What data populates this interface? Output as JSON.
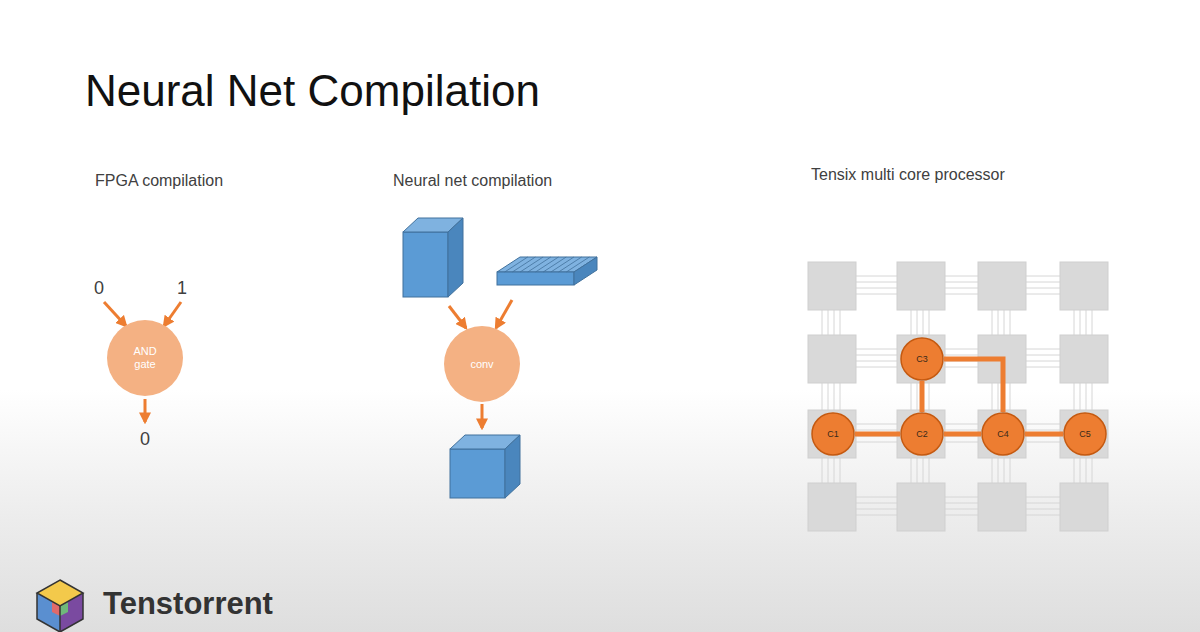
{
  "diagram": {
    "title": "Neural Net Compilation",
    "nodes": [
      {
        "text": [
          "AND gate"
        ]
      },
      {
        "text": [
          "conv"
        ]
      },
      {
        "text": [
          "C1"
        ]
      },
      {
        "text": [
          "C2"
        ]
      },
      {
        "text": [
          "C3"
        ]
      },
      {
        "text": [
          "C4"
        ]
      },
      {
        "text": [
          "C5"
        ]
      }
    ],
    "edges": [
      {
        "from": 2,
        "to": 3,
        "arrow": "none"
      },
      {
        "from": 3,
        "to": 4,
        "arrow": "none"
      },
      {
        "from": 3,
        "to": 5,
        "arrow": "none"
      },
      {
        "from": 4,
        "to": 5,
        "arrow": "none"
      },
      {
        "from": 5,
        "to": 6,
        "arrow": "none"
      }
    ],
    "labels": [
      "FPGA compilation",
      "Neural net compilation",
      "Tensix multi core processor",
      "0",
      "1",
      "0",
      "Tenstorrent"
    ]
  }
}
